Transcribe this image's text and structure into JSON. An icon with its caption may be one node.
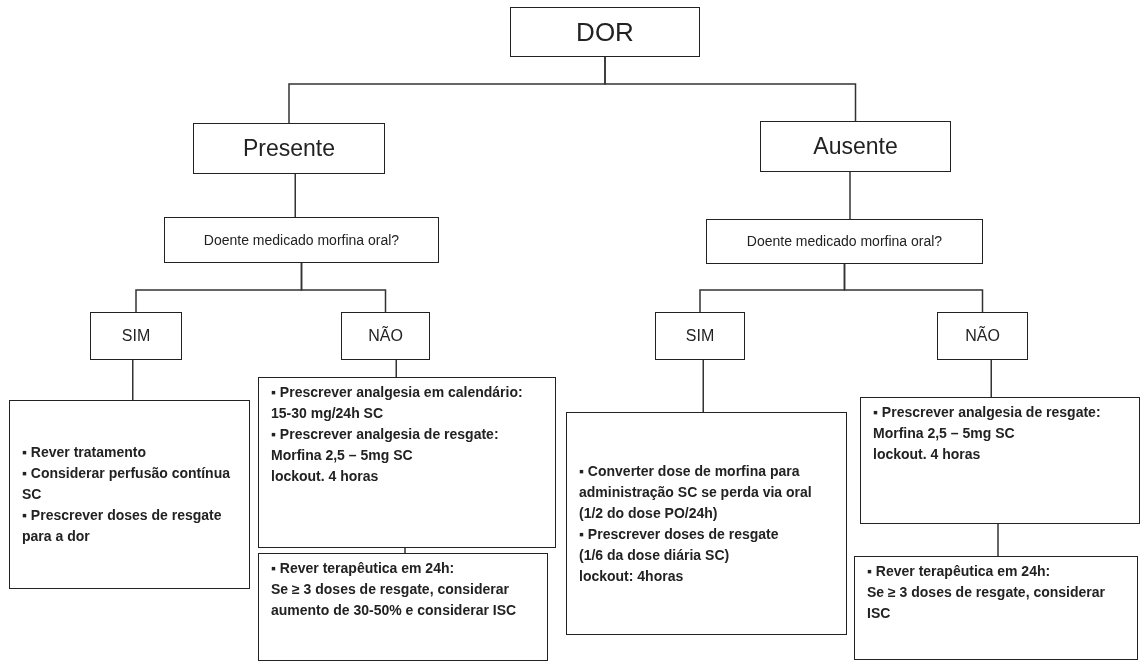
{
  "diagram": {
    "nodes": [
      {
        "text": [
          "DOR"
        ]
      },
      {
        "text": [
          "Presente"
        ]
      },
      {
        "text": [
          "Ausente"
        ]
      },
      {
        "text": [
          "Doente medicado morfina oral?"
        ]
      },
      {
        "text": [
          "Doente medicado morfina oral?"
        ]
      },
      {
        "text": [
          "SIM"
        ]
      },
      {
        "text": [
          "NÃO"
        ]
      },
      {
        "text": [
          "SIM"
        ]
      },
      {
        "text": [
          "NÃO"
        ]
      },
      {
        "text": [
          "▪ Rever tratamento",
          "▪ Considerar perfusão contínua SC",
          "▪ Prescrever doses de resgate para a dor"
        ]
      },
      {
        "text": [
          "▪ Prescrever analgesia em calendário: 15-30 mg/24h SC",
          "▪ Prescrever analgesia de resgate:",
          "Morfina 2,5 – 5mg SC",
          "lockout. 4 horas"
        ]
      },
      {
        "text": [
          "▪ Rever terapêutica em 24h:",
          "Se ≥ 3 doses de resgate, considerar aumento de 30-50% e considerar ISC"
        ]
      },
      {
        "text": [
          "▪ Converter dose de morfina para administração SC se perda via oral",
          "(1/2 do dose PO/24h)",
          "▪ Prescrever doses de resgate",
          "(1/6 da dose diária SC)",
          "lockout: 4horas"
        ]
      },
      {
        "text": [
          "▪ Prescrever analgesia de resgate:",
          "Morfina 2,5 – 5mg SC",
          "lockout. 4 horas"
        ]
      },
      {
        "text": [
          "▪ Rever terapêutica em 24h:",
          "Se ≥ 3 doses de resgate, considerar ISC"
        ]
      }
    ],
    "edges": [
      {
        "from": 0,
        "to": 1,
        "arrow": "none"
      },
      {
        "from": 0,
        "to": 2,
        "arrow": "none"
      },
      {
        "from": 1,
        "to": 3,
        "arrow": "none"
      },
      {
        "from": 2,
        "to": 4,
        "arrow": "none"
      },
      {
        "from": 3,
        "to": 5,
        "arrow": "none"
      },
      {
        "from": 3,
        "to": 6,
        "arrow": "none"
      },
      {
        "from": 4,
        "to": 7,
        "arrow": "none"
      },
      {
        "from": 4,
        "to": 8,
        "arrow": "none"
      },
      {
        "from": 5,
        "to": 9,
        "arrow": "none"
      },
      {
        "from": 6,
        "to": 10,
        "arrow": "none"
      },
      {
        "from": 10,
        "to": 11,
        "arrow": "none"
      },
      {
        "from": 7,
        "to": 12,
        "arrow": "none"
      },
      {
        "from": 8,
        "to": 13,
        "arrow": "none"
      },
      {
        "from": 13,
        "to": 14,
        "arrow": "none"
      }
    ]
  }
}
